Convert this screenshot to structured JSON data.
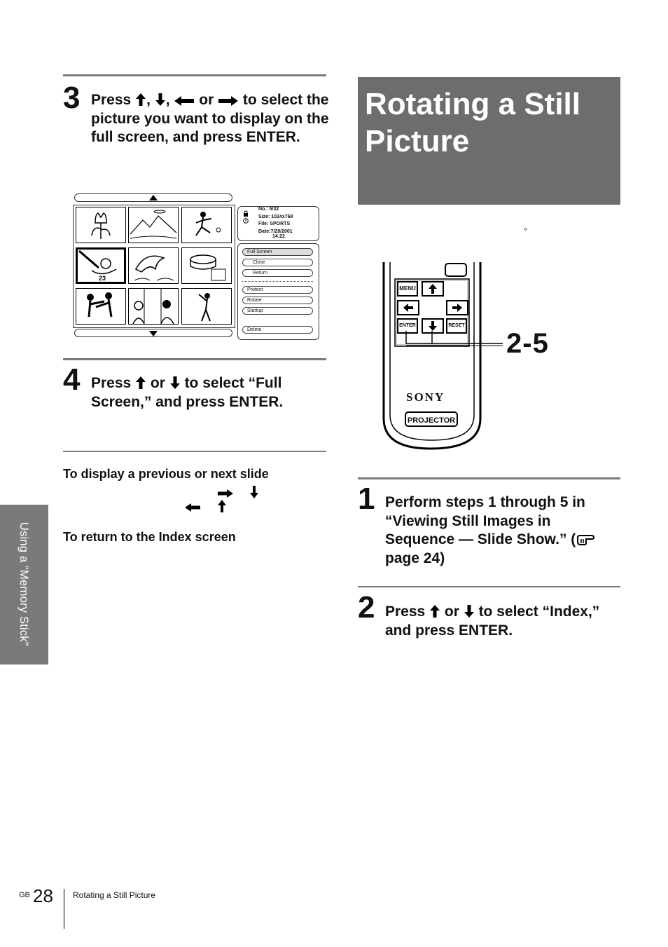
{
  "step3": {
    "number": "3",
    "text_parts": [
      "Press ",
      ", ",
      ", ",
      " or ",
      " to select the picture you want to display on the full screen, and press ENTER."
    ]
  },
  "screen": {
    "info": {
      "no": "No.:  5/32",
      "size": "Size: 1024x768",
      "file": "File: SPORTS",
      "date": "Date:7/29/2001",
      "time": "14:22"
    },
    "menu": {
      "full_screen": "Full Screen",
      "close": "Close",
      "return": "Return",
      "protect": "Protect",
      "rotate": "Rotate",
      "startup": "Startup",
      "delete": "Delete"
    },
    "thumb_label": "23"
  },
  "step4": {
    "number": "4",
    "text_parts": [
      "Press ",
      " or ",
      " to select “Full Screen,” and press ENTER."
    ]
  },
  "notes": {
    "prev_next_heading": "To display a previous or next slide",
    "return_index_heading": "To return to the Index screen"
  },
  "side_tab": "Using a “Memory Stick”",
  "title": "Rotating a Still Picture",
  "degree_mark": "°",
  "remote": {
    "menu": "MENU",
    "enter": "ENTER",
    "reset": "RESET",
    "brand": "SONY",
    "projector": "PROJECTOR",
    "callout": "2-5"
  },
  "step1": {
    "number": "1",
    "text": "Perform steps 1 through 5 in “Viewing Still Images in Sequence — Slide Show.” (",
    "text_tail": " page 24)"
  },
  "step2": {
    "number": "2",
    "text_parts": [
      "Press ",
      " or ",
      " to select “Index,” and press ENTER."
    ]
  },
  "footer": {
    "region": "GB",
    "page": "28",
    "section": "Rotating a Still Picture"
  }
}
